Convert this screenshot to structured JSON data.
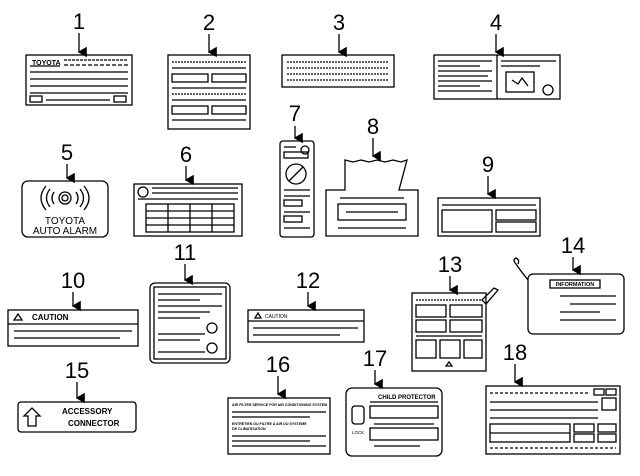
{
  "callouts": [
    {
      "id": 1,
      "label": "1"
    },
    {
      "id": 2,
      "label": "2"
    },
    {
      "id": 3,
      "label": "3"
    },
    {
      "id": 4,
      "label": "4"
    },
    {
      "id": 5,
      "label": "5"
    },
    {
      "id": 6,
      "label": "6"
    },
    {
      "id": 7,
      "label": "7"
    },
    {
      "id": 8,
      "label": "8"
    },
    {
      "id": 9,
      "label": "9"
    },
    {
      "id": 10,
      "label": "10"
    },
    {
      "id": 11,
      "label": "11"
    },
    {
      "id": 12,
      "label": "12"
    },
    {
      "id": 13,
      "label": "13"
    },
    {
      "id": 14,
      "label": "14"
    },
    {
      "id": 15,
      "label": "15"
    },
    {
      "id": 16,
      "label": "16"
    },
    {
      "id": 17,
      "label": "17"
    },
    {
      "id": 18,
      "label": "18"
    }
  ],
  "labels": {
    "brand_small": "TOYOTA",
    "alarm_line1": "TOYOTA",
    "alarm_line2": "AUTO ALARM",
    "caution_10": "CAUTION",
    "caution_12": "CAUTION",
    "information": "INFORMATION",
    "accessory_line1": "ACCESSORY",
    "accessory_line2": "CONNECTOR",
    "air_filter_en": "AIR FILTER SERVICE FOR AIR CONDITIONING SYSTEM",
    "air_filter_fr1": "ENTRETIEN DU FILTRE A AIR DU SYSTEME",
    "air_filter_fr2": "DE CLIMATISATION",
    "child_protector": "CHILD PROTECTOR",
    "lock": "LOCK"
  }
}
